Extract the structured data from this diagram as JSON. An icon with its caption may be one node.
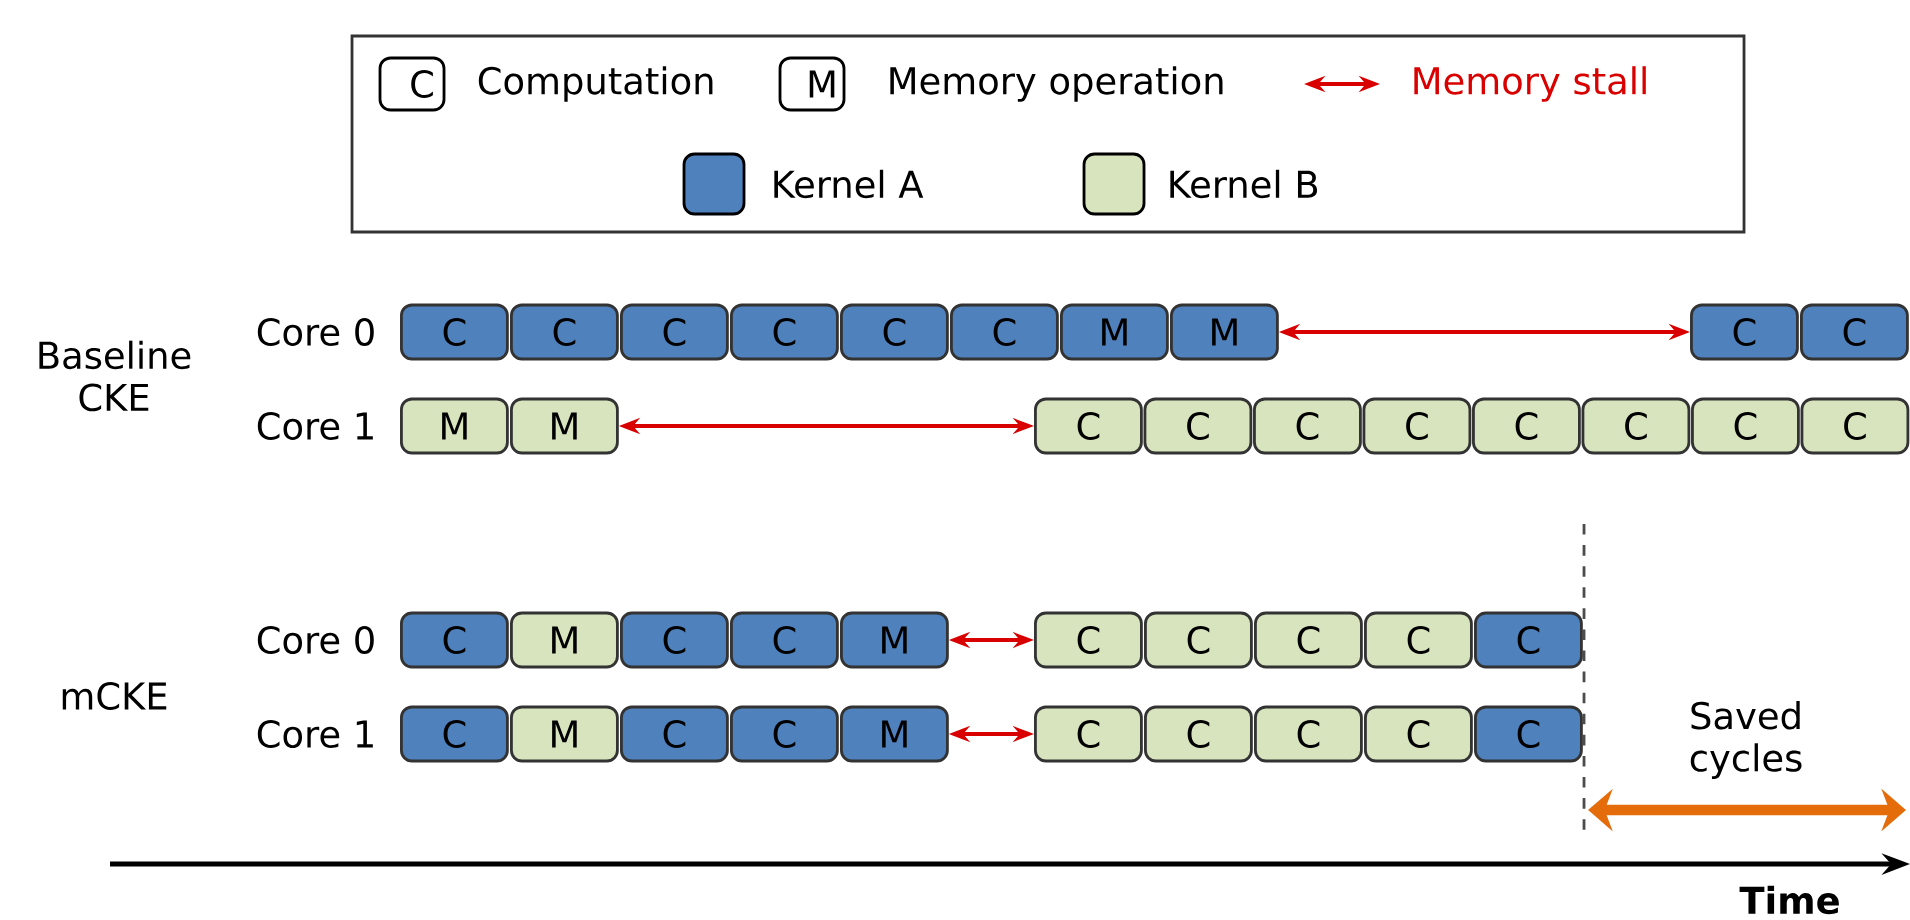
{
  "diagram": {
    "nodes": [
      {
        "text": [
          "C"
        ]
      },
      {
        "text": [
          "C"
        ]
      },
      {
        "text": [
          "C"
        ]
      },
      {
        "text": [
          "C"
        ]
      },
      {
        "text": [
          "C"
        ]
      },
      {
        "text": [
          "C"
        ]
      },
      {
        "text": [
          "M"
        ]
      },
      {
        "text": [
          "M"
        ]
      },
      {
        "text": [
          "C"
        ]
      },
      {
        "text": [
          "C"
        ]
      },
      {
        "text": [
          "M"
        ]
      },
      {
        "text": [
          "M"
        ]
      },
      {
        "text": [
          "C"
        ]
      },
      {
        "text": [
          "C"
        ]
      },
      {
        "text": [
          "C"
        ]
      },
      {
        "text": [
          "C"
        ]
      },
      {
        "text": [
          "C"
        ]
      },
      {
        "text": [
          "C"
        ]
      },
      {
        "text": [
          "C"
        ]
      },
      {
        "text": [
          "C"
        ]
      },
      {
        "text": [
          "C"
        ]
      },
      {
        "text": [
          "M"
        ]
      },
      {
        "text": [
          "C"
        ]
      },
      {
        "text": [
          "C"
        ]
      },
      {
        "text": [
          "M"
        ]
      },
      {
        "text": [
          "C"
        ]
      },
      {
        "text": [
          "C"
        ]
      },
      {
        "text": [
          "C"
        ]
      },
      {
        "text": [
          "C"
        ]
      },
      {
        "text": [
          "C"
        ]
      },
      {
        "text": [
          "C"
        ]
      },
      {
        "text": [
          "M"
        ]
      },
      {
        "text": [
          "C"
        ]
      },
      {
        "text": [
          "C"
        ]
      },
      {
        "text": [
          "M"
        ]
      },
      {
        "text": [
          "C"
        ]
      },
      {
        "text": [
          "C"
        ]
      },
      {
        "text": [
          "C"
        ]
      },
      {
        "text": [
          "C"
        ]
      },
      {
        "text": [
          "C"
        ]
      }
    ],
    "edges": [
      {
        "from": 7,
        "to": 8,
        "arrow": "both"
      },
      {
        "from": 11,
        "to": 12,
        "arrow": "both"
      },
      {
        "from": 24,
        "to": 25,
        "arrow": "both"
      },
      {
        "from": 34,
        "to": 35,
        "arrow": "both"
      }
    ],
    "labels": [
      "C",
      "M",
      "Baseline CKE",
      "Core 0",
      "Core 1",
      "mCKE",
      "Core 0",
      "Core 1",
      "Saved cycles",
      "Time"
    ],
    "legend": [
      {
        "text": "Computation"
      },
      {
        "text": "Memory operation"
      },
      {
        "text": "Memory stall"
      },
      {
        "text": "Kernel A",
        "color": "#4f81bd"
      },
      {
        "text": "Kernel B",
        "color": "#d7e4bd"
      }
    ]
  }
}
